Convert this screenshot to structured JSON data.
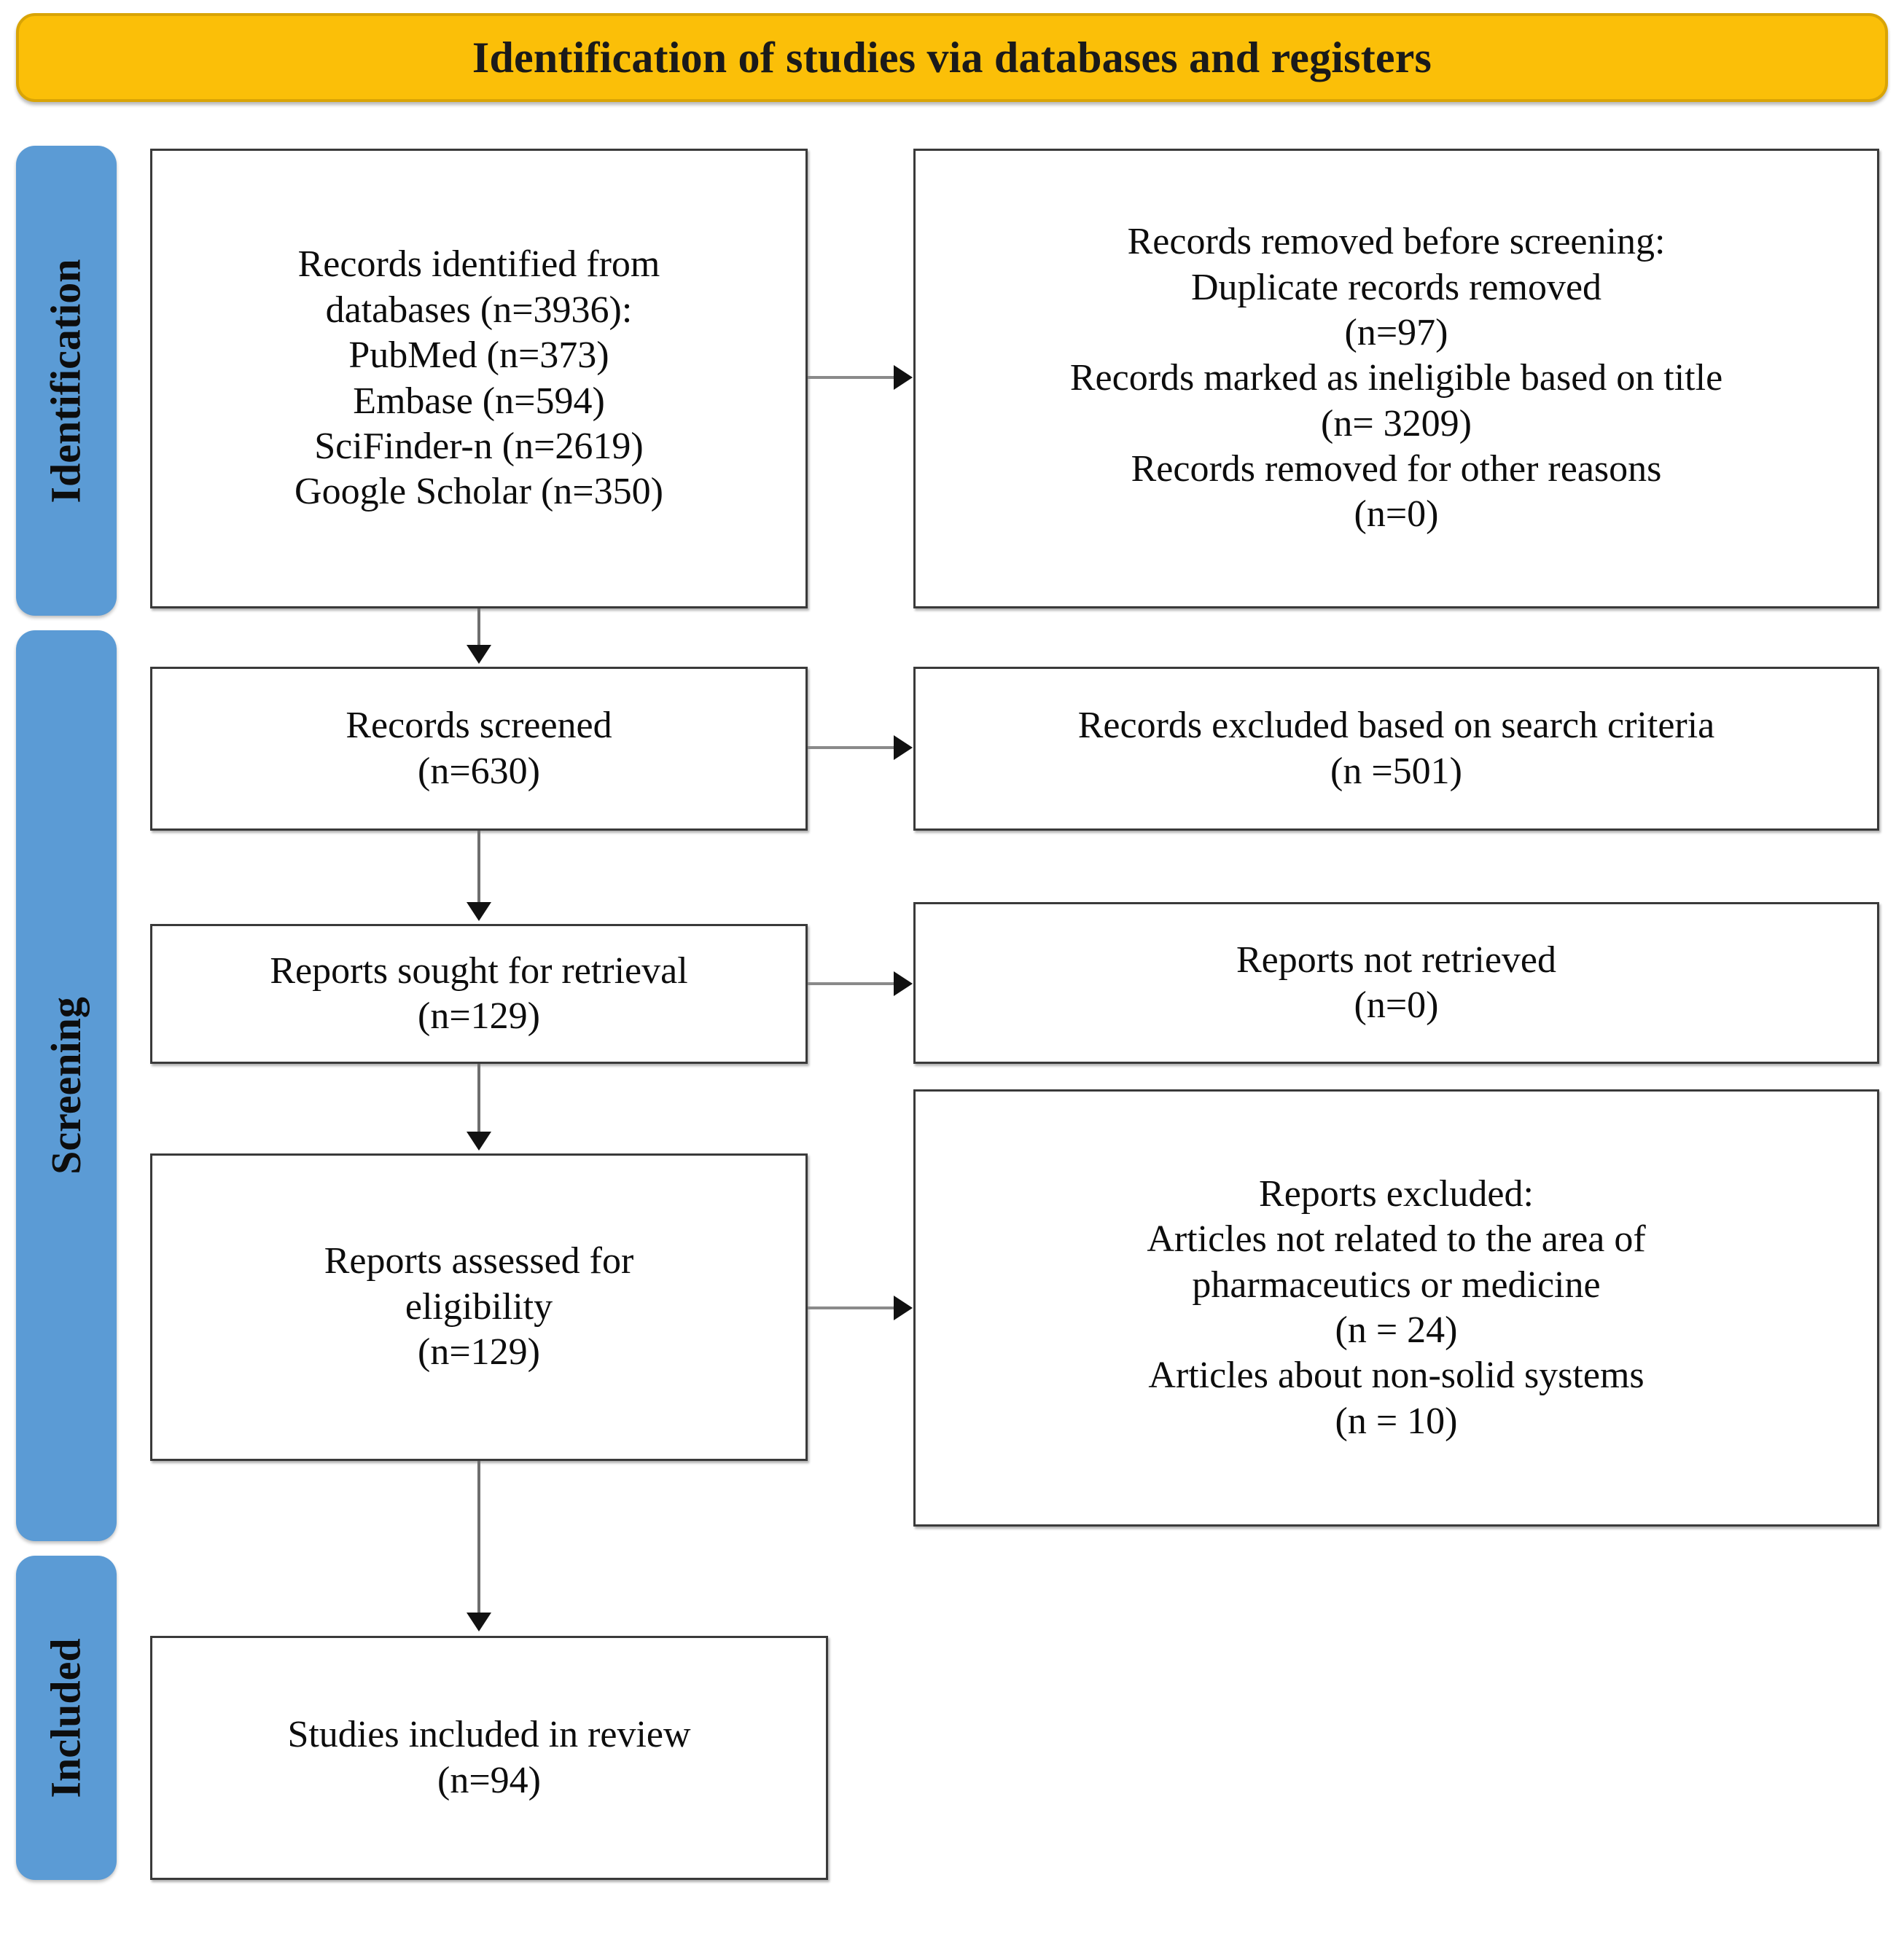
{
  "header": {
    "title": "Identification of studies via databases and registers",
    "background_color": "#FBBF08",
    "border_color": "#D9A406"
  },
  "stages": {
    "accent_color": "#5B9BD5",
    "items": [
      {
        "id": "identification",
        "label": "Identification"
      },
      {
        "id": "screening",
        "label": "Screening"
      },
      {
        "id": "included",
        "label": "Included"
      }
    ]
  },
  "flow": {
    "box_border_color": "#3A3A3A",
    "boxes": {
      "identified": {
        "text": "Records identified from\ndatabases (n=3936):\nPubMed (n=373)\nEmbase (n=594)\nSciFinder-n (n=2619)\nGoogle Scholar (n=350)"
      },
      "removed_before_screening": {
        "text": "Records removed before screening:\nDuplicate records removed\n(n=97)\nRecords marked as ineligible based on title\n(n= 3209)\nRecords removed for other reasons\n(n=0)"
      },
      "screened": {
        "text": "Records screened\n(n=630)"
      },
      "excluded_search_criteria": {
        "text": "Records excluded based on search criteria\n(n =501)"
      },
      "sought_for_retrieval": {
        "text": "Reports sought for retrieval\n(n=129)"
      },
      "not_retrieved": {
        "text": "Reports not retrieved\n(n=0)"
      },
      "assessed_for_eligibility": {
        "text": "Reports assessed for\neligibility\n(n=129)"
      },
      "reports_excluded": {
        "text": "Reports excluded:\nArticles not related to the area of\npharmaceutics or medicine\n(n = 24)\nArticles about non-solid systems\n(n = 10)"
      },
      "studies_included": {
        "text": "Studies included in review\n(n=94)"
      }
    }
  },
  "chart_data": {
    "type": "table",
    "title": "Identification of studies via databases and registers",
    "stages": [
      "Identification",
      "Screening",
      "Included"
    ],
    "nodes": [
      {
        "id": "identified",
        "stage": "Identification",
        "label": "Records identified from databases",
        "n": 3936,
        "breakdown": [
          {
            "source": "PubMed",
            "n": 373
          },
          {
            "source": "Embase",
            "n": 594
          },
          {
            "source": "SciFinder-n",
            "n": 2619
          },
          {
            "source": "Google Scholar",
            "n": 350
          }
        ]
      },
      {
        "id": "removed_before_screening",
        "stage": "Identification",
        "label": "Records removed before screening",
        "breakdown": [
          {
            "reason": "Duplicate records removed",
            "n": 97
          },
          {
            "reason": "Records marked as ineligible based on title",
            "n": 3209
          },
          {
            "reason": "Records removed for other reasons",
            "n": 0
          }
        ]
      },
      {
        "id": "screened",
        "stage": "Screening",
        "label": "Records screened",
        "n": 630
      },
      {
        "id": "excluded_search_criteria",
        "stage": "Screening",
        "label": "Records excluded based on search criteria",
        "n": 501
      },
      {
        "id": "sought_for_retrieval",
        "stage": "Screening",
        "label": "Reports sought for retrieval",
        "n": 129
      },
      {
        "id": "not_retrieved",
        "stage": "Screening",
        "label": "Reports not retrieved",
        "n": 0
      },
      {
        "id": "assessed_for_eligibility",
        "stage": "Screening",
        "label": "Reports assessed for eligibility",
        "n": 129
      },
      {
        "id": "reports_excluded",
        "stage": "Screening",
        "label": "Reports excluded",
        "breakdown": [
          {
            "reason": "Articles not related to the area of pharmaceutics or medicine",
            "n": 24
          },
          {
            "reason": "Articles about non-solid systems",
            "n": 10
          }
        ]
      },
      {
        "id": "studies_included",
        "stage": "Included",
        "label": "Studies included in review",
        "n": 94
      }
    ],
    "edges": [
      {
        "from": "identified",
        "to": "removed_before_screening",
        "direction": "right"
      },
      {
        "from": "identified",
        "to": "screened",
        "direction": "down"
      },
      {
        "from": "screened",
        "to": "excluded_search_criteria",
        "direction": "right"
      },
      {
        "from": "screened",
        "to": "sought_for_retrieval",
        "direction": "down"
      },
      {
        "from": "sought_for_retrieval",
        "to": "not_retrieved",
        "direction": "right"
      },
      {
        "from": "sought_for_retrieval",
        "to": "assessed_for_eligibility",
        "direction": "down"
      },
      {
        "from": "assessed_for_eligibility",
        "to": "reports_excluded",
        "direction": "right"
      },
      {
        "from": "assessed_for_eligibility",
        "to": "studies_included",
        "direction": "down"
      }
    ]
  }
}
